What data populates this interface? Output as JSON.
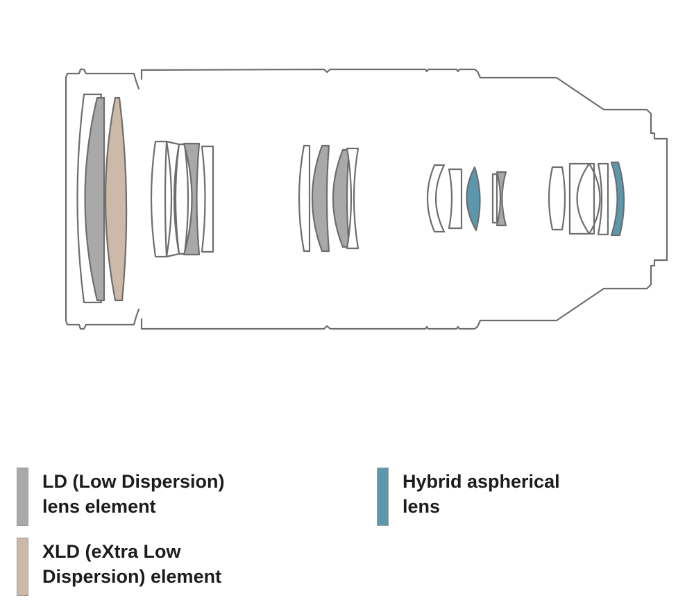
{
  "colors": {
    "outline": "#6d6d6d",
    "ld": "#a9a9a9",
    "xld": "#cdb9a7",
    "hybrid_aspherical": "#5b98ad",
    "plain_element": "#ffffff"
  },
  "legend": [
    {
      "key": "ld",
      "icon": "gray-swatch",
      "color": "#a9a9a9",
      "lines": [
        "LD (Low Dispersion)",
        "lens element"
      ]
    },
    {
      "key": "xld",
      "icon": "beige-swatch",
      "color": "#cdb9a7",
      "lines": [
        "XLD (eXtra Low",
        "Dispersion) element"
      ]
    },
    {
      "key": "hybrid_aspherical",
      "icon": "teal-swatch",
      "color": "#5b98ad",
      "lines": [
        "Hybrid aspherical",
        "lens"
      ]
    }
  ]
}
